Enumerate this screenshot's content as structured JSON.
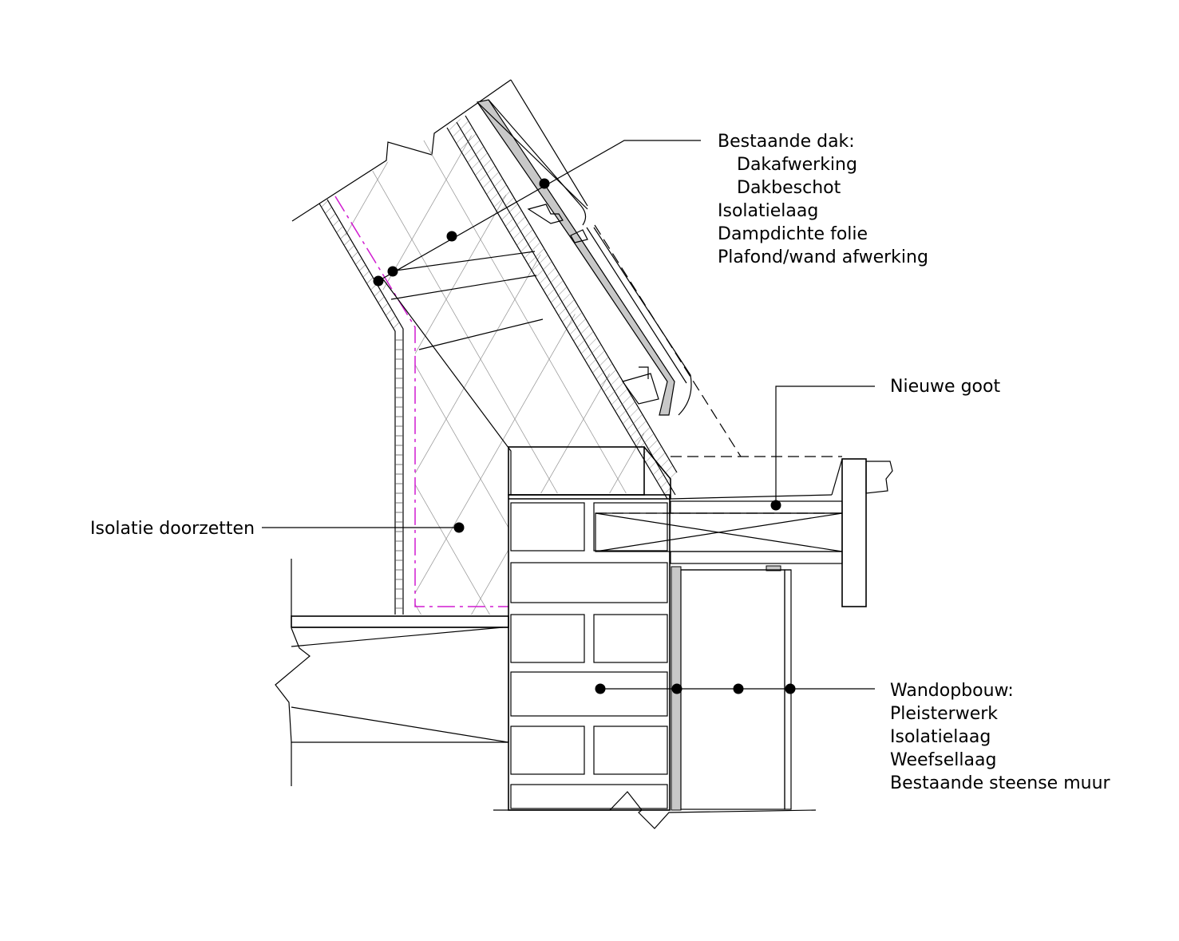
{
  "labels": {
    "roof": {
      "heading": "Bestaande dak:",
      "items": [
        "Dakafwerking",
        "Dakbeschot",
        "Isolatielaag",
        "Dampdichte folie",
        "Plafond/wand afwerking"
      ]
    },
    "gutter": "Nieuwe goot",
    "insulation": "Isolatie doorzetten",
    "wall": {
      "heading": "Wandopbouw:",
      "items": [
        "Pleisterwerk",
        "Isolatielaag",
        "Weefsellaag",
        "Bestaande steense muur"
      ]
    }
  },
  "colors": {
    "line": "#000000",
    "hatch": "#9a9a9a",
    "vapour_barrier": "#d01ad0",
    "gutter_fill": "#c8c8c8"
  }
}
